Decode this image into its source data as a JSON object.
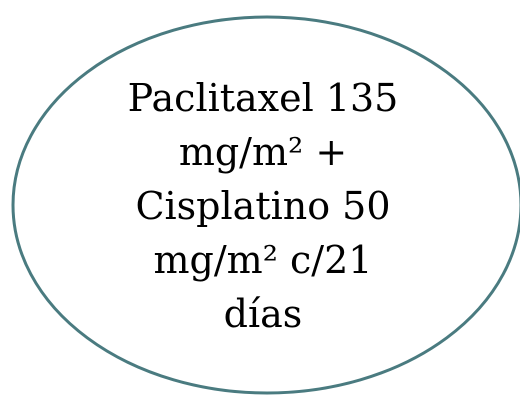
{
  "diagram": {
    "shape": "ellipse",
    "stroke_color": "#4a7b80",
    "fill_color": "#ffffff",
    "text_lines": [
      "Paclitaxel 135",
      "mg/m² +",
      "Cisplatino 50",
      "mg/m² c/21",
      "días"
    ]
  }
}
